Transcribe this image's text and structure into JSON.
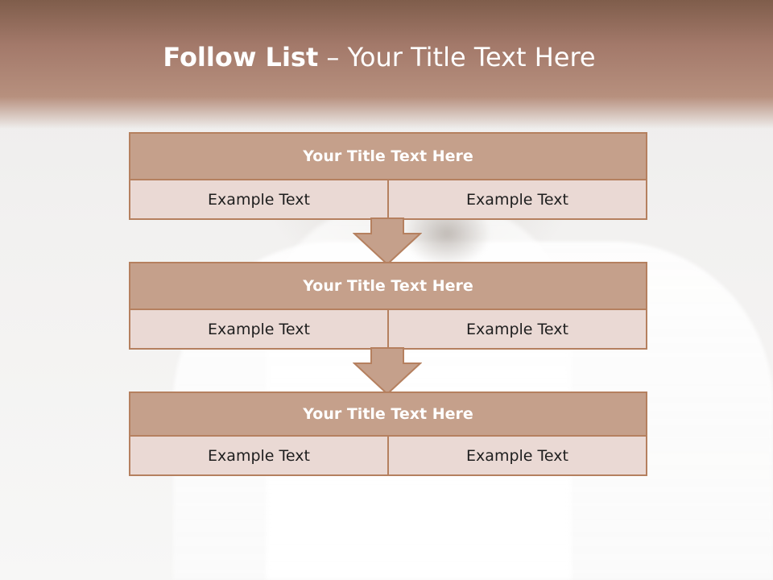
{
  "title": {
    "bold": "Follow List",
    "rest": " – Your Title Text Here"
  },
  "blocks": [
    {
      "title": "Your Title Text Here",
      "left": "Example Text",
      "right": "Example Text"
    },
    {
      "title": "Your Title Text Here",
      "left": "Example Text",
      "right": "Example Text"
    },
    {
      "title": "Your Title Text Here",
      "left": "Example Text",
      "right": "Example Text"
    }
  ],
  "colors": {
    "header": "#a3796a",
    "block_title": "#c5a08b",
    "block_body": "#ead9d4",
    "border": "#b5805f"
  },
  "icons": [
    "down-arrow-icon",
    "down-arrow-icon"
  ]
}
